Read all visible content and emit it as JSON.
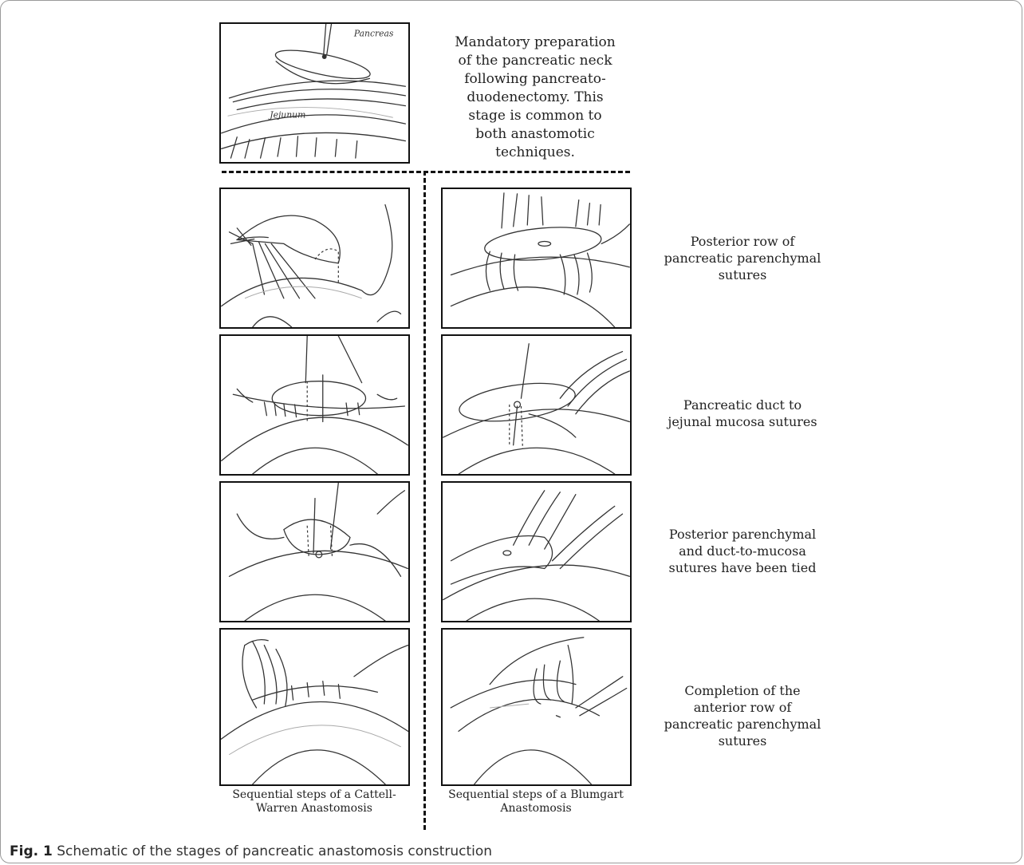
{
  "intro_note": "Mandatory preparation of the pancreatic neck following pancreato-duodenectomy. This stage is common to both anastomotic techniques.",
  "top_sketch_labels": {
    "pancreas": "Pancreas",
    "jejunum": "Jejunum"
  },
  "step_notes": [
    "Posterior row of pancreatic parenchymal sutures",
    "Pancreatic duct to jejunal mucosa sutures",
    "Posterior parenchymal and duct-to-mucosa sutures have been tied",
    "Completion of the anterior row of pancreatic parenchymal sutures"
  ],
  "column_captions": {
    "left": "Sequential steps of a Cattell-Warren Anastomosis",
    "right": "Sequential steps of a Blumgart Anastomosis"
  },
  "figure_caption": {
    "label": "Fig. 1",
    "text": "Schematic of the stages of pancreatic anastomosis construction"
  }
}
